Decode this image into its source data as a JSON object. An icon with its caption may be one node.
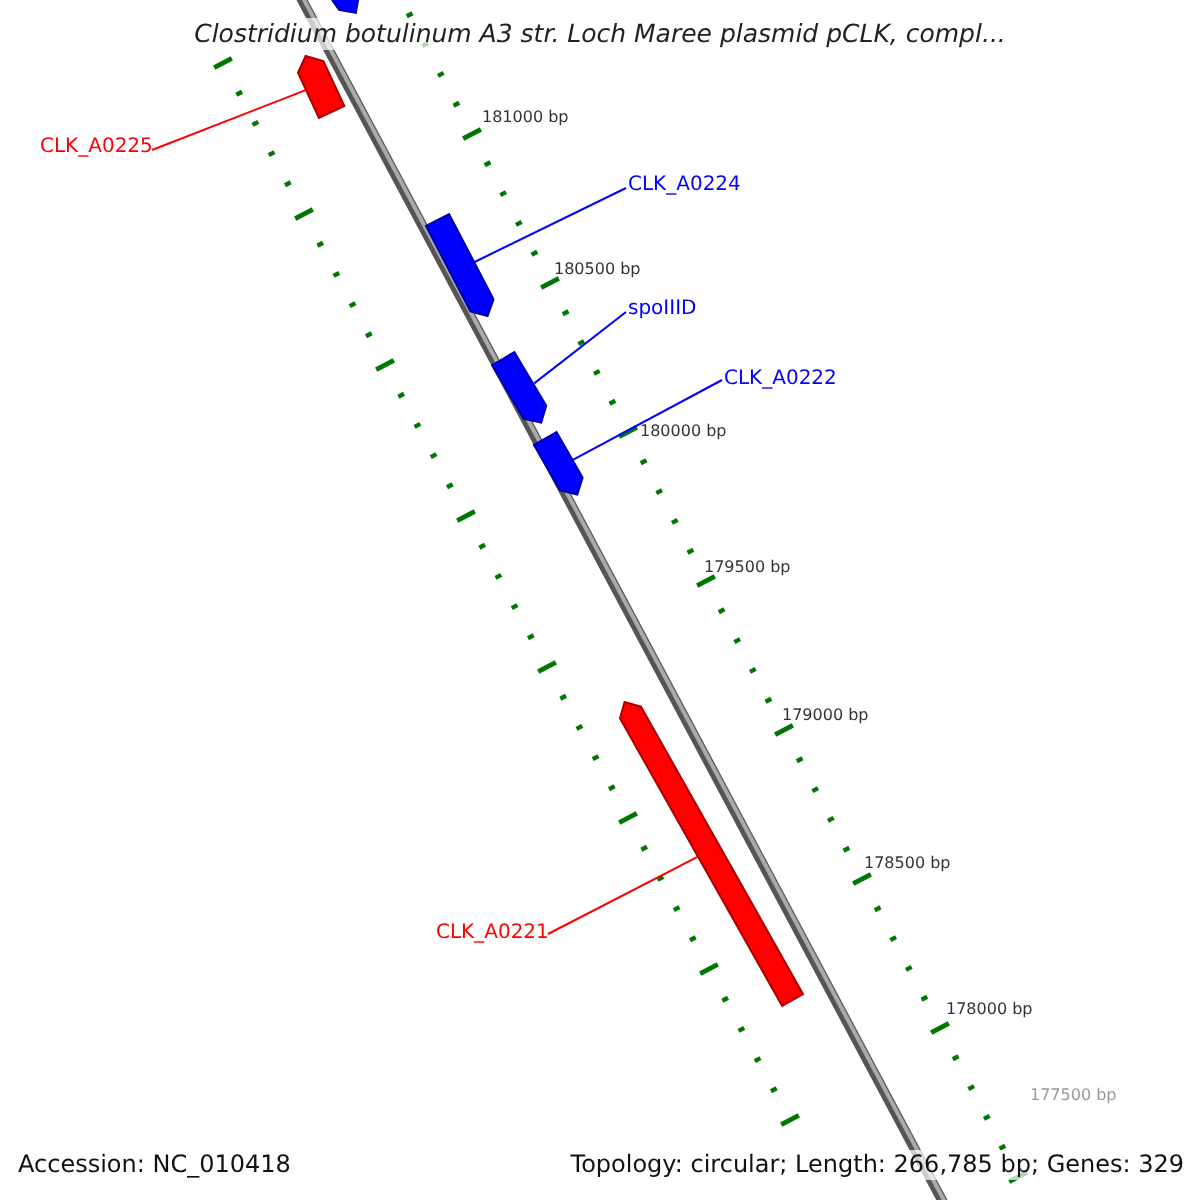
{
  "diagram": {
    "title": "Clostridium botulinum A3 str. Loch Maree plasmid pCLK, compl...",
    "nodes": [
      {
        "text": [],
        "shape": "box"
      },
      {
        "text": [
          "CLK_A0225"
        ]
      },
      {
        "text": [],
        "shape": "box"
      },
      {
        "text": [
          "CLK_A0224"
        ]
      },
      {
        "text": [],
        "shape": "box"
      },
      {
        "text": [
          "spoIIID"
        ]
      },
      {
        "text": [],
        "shape": "box"
      },
      {
        "text": [
          "CLK_A0222"
        ]
      },
      {
        "text": [],
        "shape": "box"
      },
      {
        "text": [
          "CLK_A0221"
        ]
      },
      {
        "text": [],
        "shape": "box"
      }
    ],
    "edges": [
      {
        "from": 1,
        "to": 2,
        "arrow": "none",
        "color": "#ff0000"
      },
      {
        "from": 3,
        "to": 4,
        "arrow": "none"
      },
      {
        "from": 5,
        "to": 6,
        "arrow": "none"
      },
      {
        "from": 7,
        "to": 8,
        "arrow": "none"
      },
      {
        "from": 9,
        "to": 10,
        "arrow": "none",
        "color": "#ff0000"
      }
    ],
    "labels": [
      "181000 bp",
      "180500 bp",
      "180000 bp",
      "179500 bp",
      "179000 bp",
      "178500 bp",
      "178000 bp",
      "177500 bp",
      "Accession: NC_010418",
      "Topology: circular; Length: 266,785 bp; Genes: 329"
    ]
  }
}
